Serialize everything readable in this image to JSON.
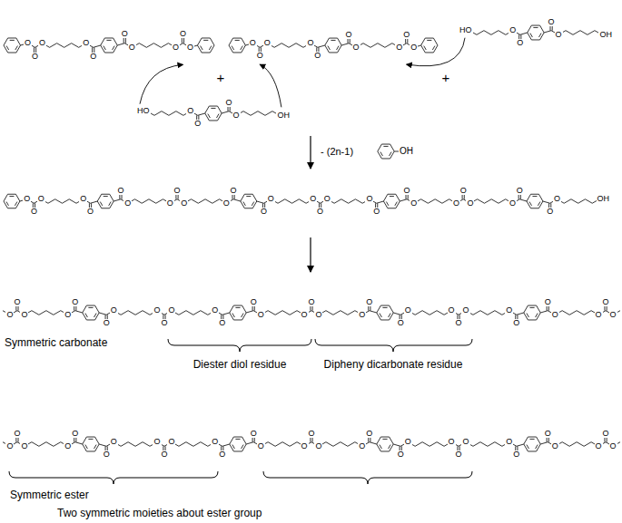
{
  "diagram": {
    "labels": [
      "O",
      "O",
      "O",
      "O",
      "O",
      "O",
      "O",
      "O",
      "O",
      "O",
      "+",
      "O",
      "O",
      "O",
      "O",
      "O",
      "O",
      "O",
      "O",
      "O",
      "O",
      "+",
      "HO",
      "O",
      "O",
      "O",
      "O",
      "OH",
      "HO",
      "O",
      "O",
      "O",
      "O",
      "OH",
      "- (2n-1)",
      "OH",
      "O",
      "O",
      "O",
      "O",
      "O",
      "O",
      "O",
      "O",
      "O",
      "O",
      "O",
      "O",
      "O",
      "O",
      "O",
      "O",
      "O",
      "O",
      "O",
      "O",
      "O",
      "O",
      "O",
      "O",
      "O",
      "O",
      "O",
      "O",
      "OH",
      "O",
      "O",
      "O",
      "O",
      "O",
      "O",
      "O",
      "O",
      "O",
      "O",
      "O",
      "O",
      "O",
      "O",
      "O",
      "O",
      "O",
      "O",
      "O",
      "O",
      "O",
      "O",
      "O",
      "O",
      "O",
      "O",
      "O",
      "O",
      "O",
      "O",
      "O",
      "Symmetric carbonate",
      "Diester diol residue",
      "Dipheny dicarbonate residue",
      "O",
      "O",
      "O",
      "O",
      "O",
      "O",
      "O",
      "O",
      "O",
      "O",
      "O",
      "O",
      "O",
      "O",
      "O",
      "O",
      "O",
      "O",
      "O",
      "O",
      "O",
      "O",
      "O",
      "O",
      "O",
      "O",
      "O",
      "O",
      "O",
      "O",
      "O",
      "Symmetric ester",
      "Two symmetric moieties about ester group"
    ]
  }
}
